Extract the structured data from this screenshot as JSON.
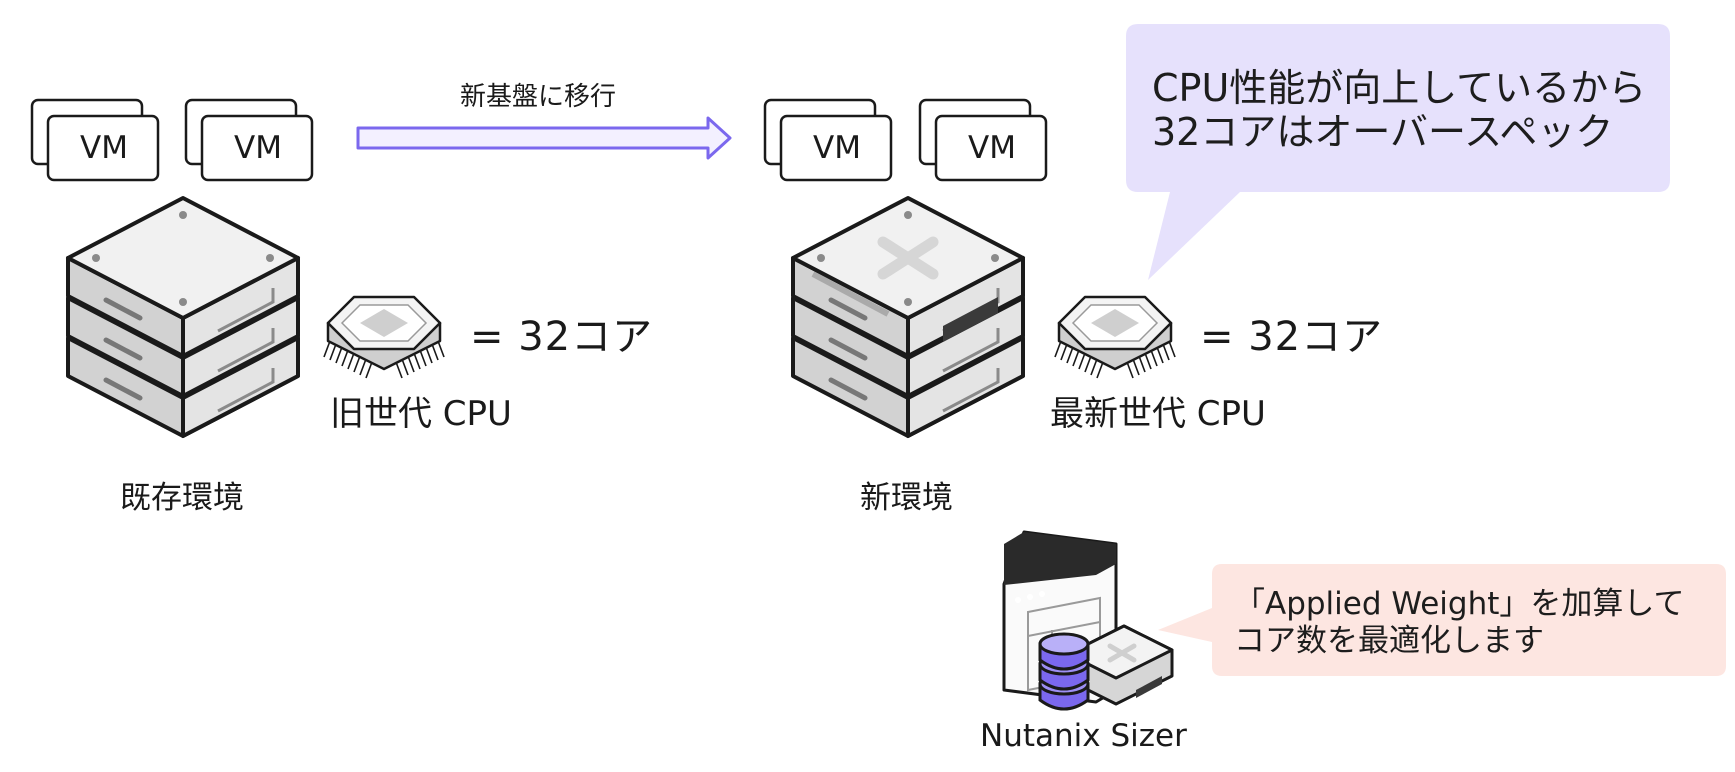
{
  "colors": {
    "arrow": "#7b68ee",
    "bubble_fill": "#e6e1fc",
    "note_fill": "#fde6e1",
    "server_top": "#f1f1f1",
    "server_side": "#cfcfcf",
    "db_purple": "#7b68ee"
  },
  "migration": {
    "arrow_label": "新基盤に移行"
  },
  "old_env": {
    "vms": [
      "VM",
      "VM"
    ],
    "label": "既存環境",
    "cpu_eq": "= 32コア",
    "cpu_label": "旧世代 CPU"
  },
  "new_env": {
    "vms": [
      "VM",
      "VM"
    ],
    "label": "新環境",
    "cpu_eq": "= 32コア",
    "cpu_label": "最新世代 CPU"
  },
  "callout": {
    "text": "CPU性能が向上しているから\n32コアはオーバースペック"
  },
  "sizer": {
    "label": "Nutanix Sizer",
    "note": "「Applied Weight」を加算して\nコア数を最適化します"
  },
  "icons": [
    "server-stack-icon",
    "cpu-chip-icon",
    "vm-card-icon",
    "arrow-right-icon",
    "nutanix-x-logo",
    "browser-window-icon",
    "database-icon",
    "appliance-icon"
  ]
}
